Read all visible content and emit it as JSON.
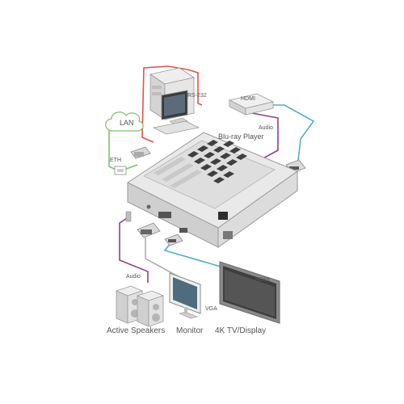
{
  "diagram": {
    "labels": {
      "rs232": "RS-232",
      "lan": "LAN",
      "eth": "ETH",
      "hdmi_in": "HDMI",
      "audio_in": "Audio",
      "bluray": "Blu-ray Player",
      "audio_out": "Audio",
      "hdmi_out": "HDMI",
      "vga": "VGA",
      "speakers": "Active Speakers",
      "monitor": "Monitor",
      "tv": "4K TV/Display"
    },
    "colors": {
      "rs232_cable": "#e0534a",
      "lan_cable": "#7cc16a",
      "hdmi_cable": "#4fb0c6",
      "audio_cable": "#8e3f8f",
      "device_body": "#e6e6e6",
      "device_shadow": "#bdbdbd",
      "outline": "#9a9a9a"
    }
  }
}
